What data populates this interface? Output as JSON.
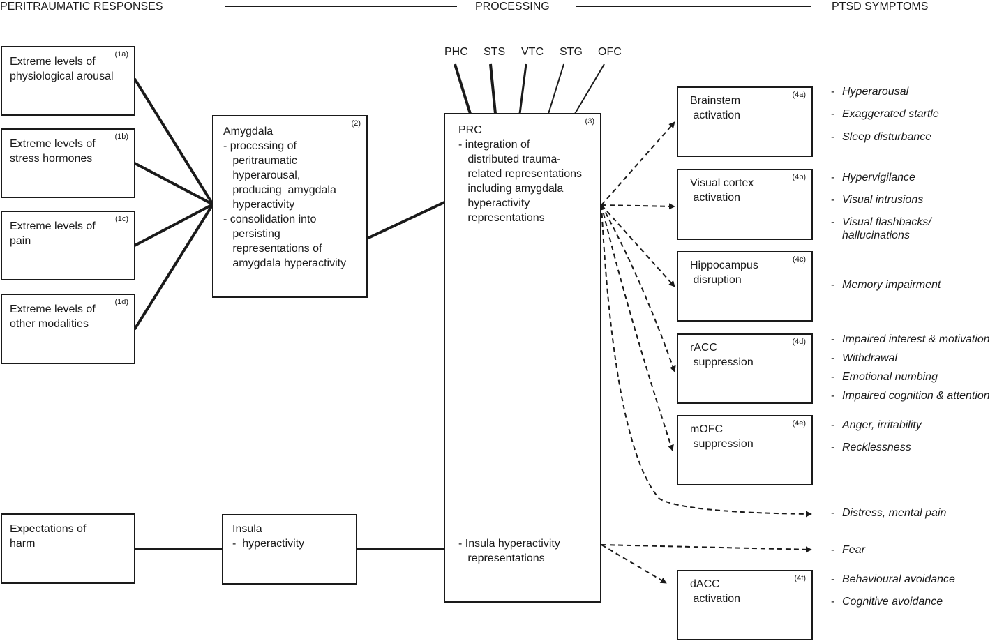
{
  "headers": {
    "left": "PERITRAUMATIC RESPONSES",
    "center": "PROCESSING",
    "right": "PTSD SYMPTOMS"
  },
  "inputs": {
    "b1a": {
      "label": "Extreme levels of\nphysiological arousal",
      "num": "(1a)"
    },
    "b1b": {
      "label": "Extreme levels of\nstress hormones",
      "num": "(1b)"
    },
    "b1c": {
      "label": "Extreme levels of\npain",
      "num": "(1c)"
    },
    "b1d": {
      "label": "Extreme levels of\nother modalities",
      "num": "(1d)"
    },
    "harm": {
      "label": "Expectations of\nharm"
    }
  },
  "amygdala": {
    "label": "Amygdala\n- processing of\n   peritraumatic\n   hyperarousal,\n   producing  amygdala\n   hyperactivity\n- consolidation into\n   persisting\n   representations of\n   amygdala hyperactivity",
    "num": "(2)"
  },
  "insula": {
    "label": "Insula\n-  hyperactivity"
  },
  "prc": {
    "title": "PRC",
    "num": "(3)",
    "body": "- integration of\n   distributed trauma-\n   related representations\n   including amygdala\n   hyperactivity\n   representations",
    "insula_text": "- Insula hyperactivity\n   representations"
  },
  "regions": [
    "PHC",
    "STS",
    "VTC",
    "STG",
    "OFC"
  ],
  "outputs": {
    "b4a": {
      "label": "Brainstem\n activation",
      "num": "(4a)"
    },
    "b4b": {
      "label": "Visual cortex\n activation",
      "num": "(4b)"
    },
    "b4c": {
      "label": "Hippocampus\n disruption",
      "num": "(4c)"
    },
    "b4d": {
      "label": "rACC\n suppression",
      "num": "(4d)"
    },
    "b4e": {
      "label": "mOFC\n suppression",
      "num": "(4e)"
    },
    "b4f": {
      "label": "dACC\n activation",
      "num": "(4f)"
    }
  },
  "symptoms": {
    "dash": "-",
    "hyperarousal": "Hyperarousal",
    "startle": "Exaggerated startle",
    "sleep": "Sleep disturbance",
    "hypervigilance": "Hypervigilance",
    "intrusions": "Visual intrusions",
    "flashbacks_1": "Visual flashbacks/",
    "flashbacks_2": "hallucinations",
    "memory": "Memory impairment",
    "interest": "Impaired interest & motivation",
    "withdrawal": "Withdrawal",
    "numbing": "Emotional numbing",
    "cognition": "Impaired cognition & attention",
    "anger": "Anger, irritability",
    "recklessness": "Recklessness",
    "distress": "Distress, mental pain",
    "fear": "Fear",
    "behavioural": "Behavioural avoidance",
    "cognitive": "Cognitive avoidance"
  }
}
